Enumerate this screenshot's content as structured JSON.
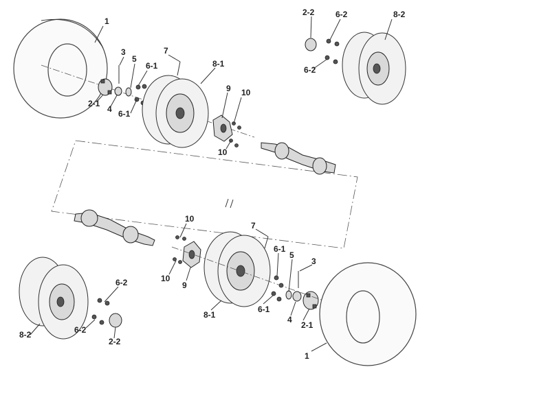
{
  "labels": {
    "tire": "1",
    "hub_a": "2-1",
    "hub_cap": "2-2",
    "cotter_pin": "3",
    "castle_nut": "4",
    "washer": "5",
    "lug_nut_a": "6-1",
    "lug_nut_b": "6-2",
    "valve": "7",
    "steel_rim": "8-1",
    "alloy_rim": "8-2",
    "brake_disc": "9",
    "bolt": "10"
  }
}
